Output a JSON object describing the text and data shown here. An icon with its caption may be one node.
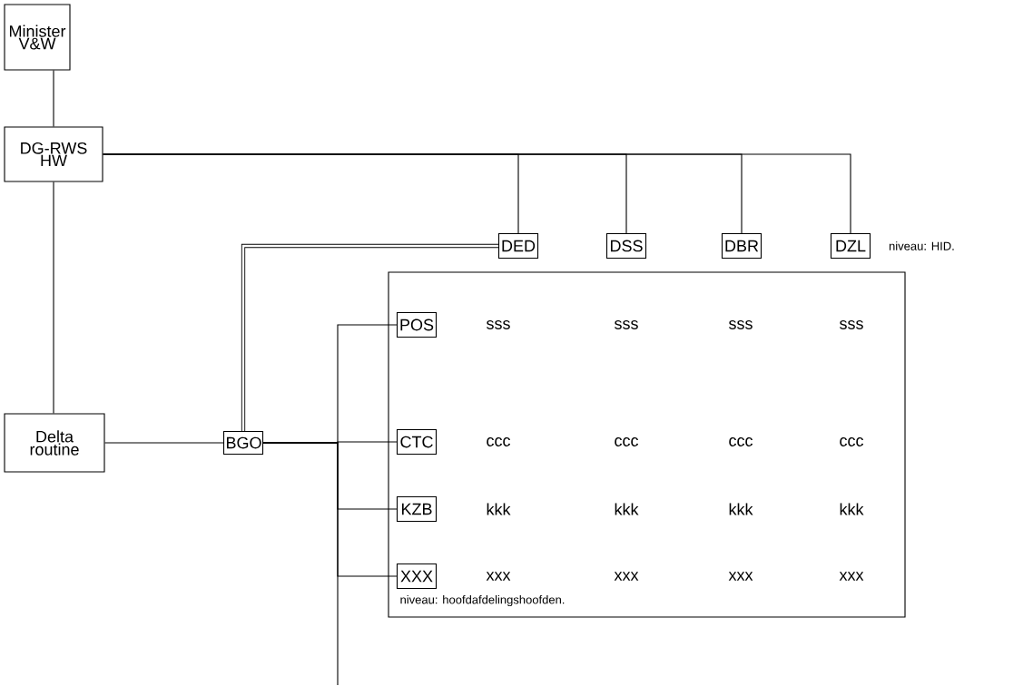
{
  "diagram": {
    "nodes": [
      {
        "text": [
          "Minister V&W"
        ]
      },
      {
        "text": [
          "DG-RWS HW"
        ]
      },
      {
        "text": [
          "Delta routine"
        ]
      },
      {
        "text": [
          "BGO"
        ]
      },
      {
        "text": [
          "DED"
        ]
      },
      {
        "text": [
          "DSS"
        ]
      },
      {
        "text": [
          "DBR"
        ]
      },
      {
        "text": [
          "DZL"
        ],
        "beside": [
          "niveau: HID."
        ]
      },
      {
        "text": [
          "niveau: hoofdafdelingshoofden."
        ]
      },
      {
        "text": [
          "POS"
        ],
        "in": 8
      },
      {
        "text": [
          "CTC"
        ],
        "in": 8
      },
      {
        "text": [
          "KZB"
        ],
        "in": 8
      },
      {
        "text": [
          "XXX"
        ],
        "in": 8
      }
    ],
    "edges": [
      {
        "from": 0,
        "to": 1,
        "arrow": "none"
      },
      {
        "from": 1,
        "to": 2,
        "arrow": "none"
      },
      {
        "from": 1,
        "to": 4,
        "arrow": "none"
      },
      {
        "from": 1,
        "to": 5,
        "arrow": "none"
      },
      {
        "from": 1,
        "to": 6,
        "arrow": "none"
      },
      {
        "from": 1,
        "to": 7,
        "arrow": "none"
      },
      {
        "from": 2,
        "to": 3,
        "arrow": "none"
      },
      {
        "from": 3,
        "to": 4,
        "arrow": "none",
        "style": "thick"
      },
      {
        "from": 3,
        "to": 9,
        "arrow": "none"
      },
      {
        "from": 3,
        "to": 10,
        "arrow": "none"
      },
      {
        "from": 3,
        "to": 11,
        "arrow": "none"
      },
      {
        "from": 3,
        "to": 12,
        "arrow": "none"
      },
      {
        "from": 3,
        "to": null,
        "arrow": "none"
      }
    ],
    "labels": [
      "sss",
      "sss",
      "sss",
      "sss",
      "ccc",
      "ccc",
      "ccc",
      "ccc",
      "kkk",
      "kkk",
      "kkk",
      "kkk",
      "xxx",
      "xxx",
      "xxx",
      "xxx"
    ]
  }
}
